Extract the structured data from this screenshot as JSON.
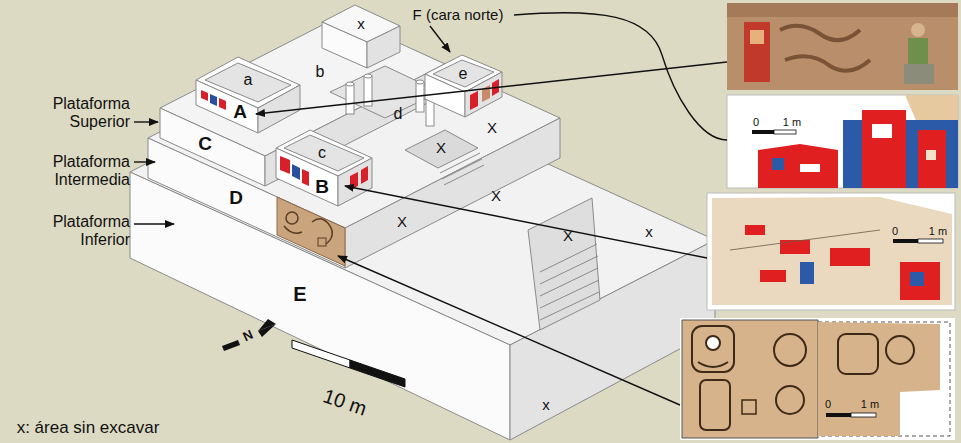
{
  "diagram": {
    "labels": [
      "F (cara norte)",
      "Plataforma Superior",
      "Plataforma Intermedia",
      "Plataforma Inferior",
      "A",
      "B",
      "C",
      "D",
      "E",
      "a",
      "b",
      "c",
      "d",
      "e",
      "x",
      "X",
      "X",
      "X",
      "X",
      "X",
      "x",
      "x",
      "N",
      "10 m",
      "x: área sin excavar",
      "0",
      "1 m",
      "0",
      "1 m",
      "0",
      "1 m"
    ]
  }
}
